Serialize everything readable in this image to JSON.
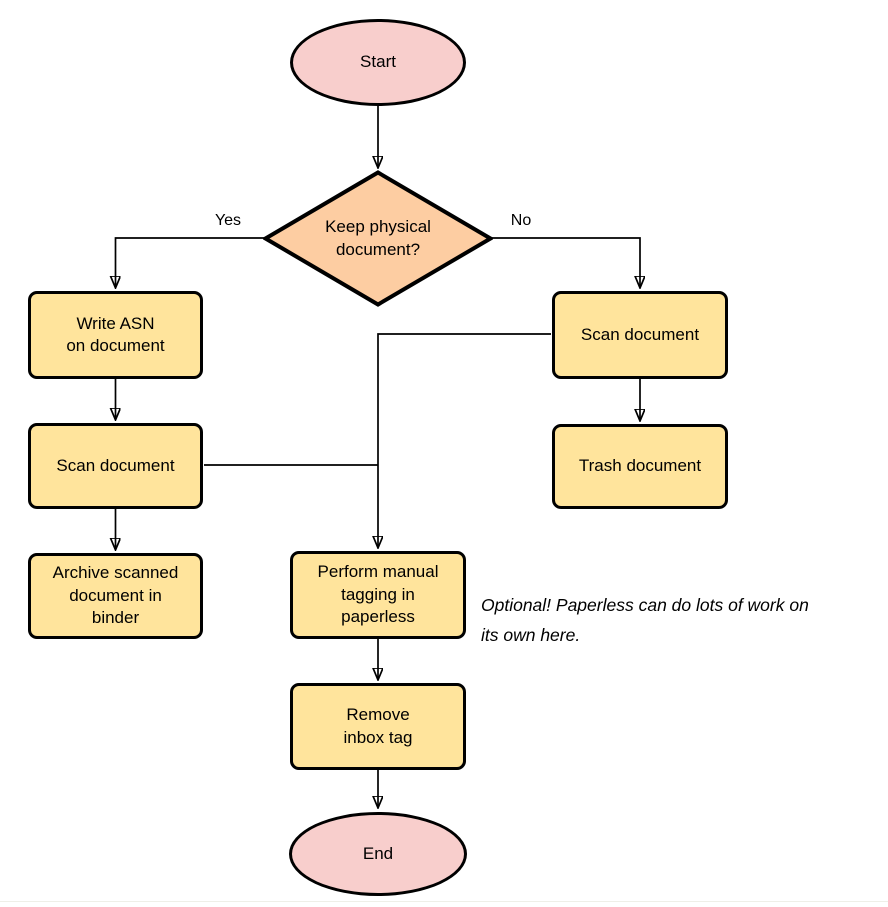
{
  "diagram": {
    "nodes": {
      "start": {
        "label": "Start",
        "type": "terminal"
      },
      "decision": {
        "label": "Keep physical\ndocument?",
        "type": "decision"
      },
      "write_asn": {
        "label": "Write ASN\non document",
        "type": "process"
      },
      "scan_left": {
        "label": "Scan document",
        "type": "process"
      },
      "archive": {
        "label": "Archive scanned\ndocument in\nbinder",
        "type": "process"
      },
      "scan_right": {
        "label": "Scan document",
        "type": "process"
      },
      "trash": {
        "label": "Trash document",
        "type": "process"
      },
      "tagging": {
        "label": "Perform manual\ntagging in\npaperless",
        "type": "process"
      },
      "remove_inbox": {
        "label": "Remove\ninbox tag",
        "type": "process"
      },
      "end": {
        "label": "End",
        "type": "terminal"
      }
    },
    "edge_labels": {
      "yes": "Yes",
      "no": "No"
    },
    "note": "Optional! Paperless can do lots of work on\nits own here."
  },
  "colors": {
    "terminal": "#f8cecc",
    "process": "#ffe49c",
    "decision": "#fdcda2",
    "stroke": "#000000"
  }
}
